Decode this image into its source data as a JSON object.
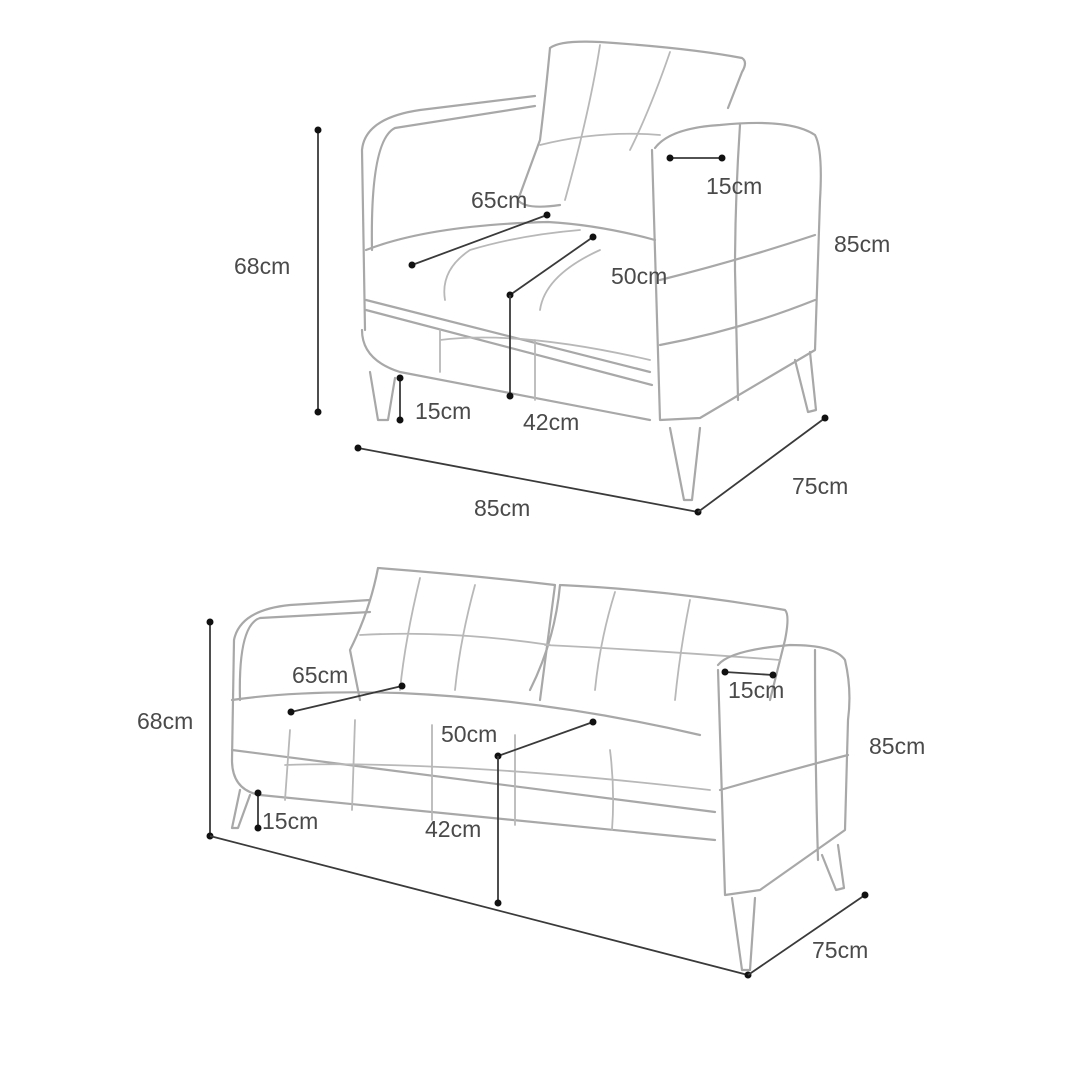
{
  "armchair": {
    "height_label": "68cm",
    "seat_width_label": "65cm",
    "arm_width_label": "15cm",
    "back_height_label": "85cm",
    "seat_depth_label": "50cm",
    "leg_height_label": "15cm",
    "seat_height_label": "42cm",
    "depth_label": "75cm",
    "width_label": "85cm"
  },
  "sofa": {
    "height_label": "68cm",
    "seat_width_label": "65cm",
    "arm_width_label": "15cm",
    "back_height_label": "85cm",
    "seat_depth_label": "50cm",
    "leg_height_label": "15cm",
    "seat_height_label": "42cm",
    "depth_label": "75cm"
  },
  "colors": {
    "outline": "#a8a8a8",
    "dimension_line": "#3a3a3a",
    "text": "#4a4a4a"
  }
}
